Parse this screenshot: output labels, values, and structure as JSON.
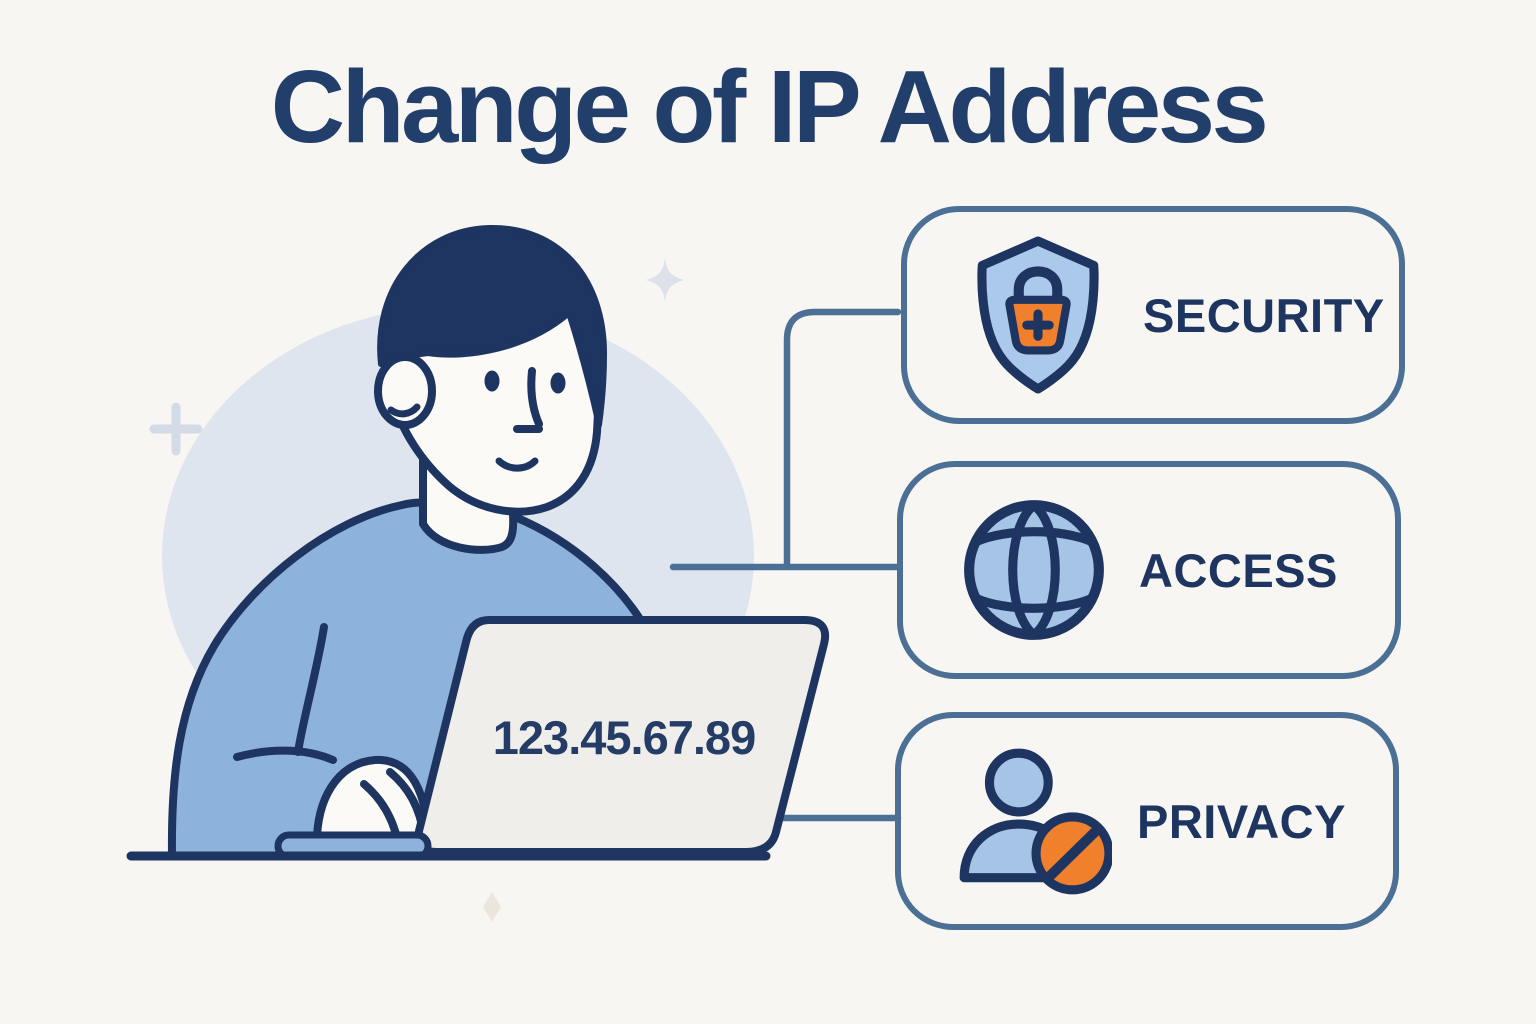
{
  "title": "Change of IP Address",
  "laptop": {
    "ip_address": "123.45.67.89"
  },
  "benefits": [
    {
      "label": "SECURITY",
      "icon": "shield-lock-icon"
    },
    {
      "label": "ACCESS",
      "icon": "globe-icon"
    },
    {
      "label": "PRIVACY",
      "icon": "user-blocked-icon"
    }
  ],
  "colors": {
    "background": "#f8f6f2",
    "navy_outline": "#1d3560",
    "title_navy": "#223e6b",
    "shirt_light_blue": "#8db2dc",
    "icon_light_blue": "#a5c4e6",
    "shield_blue": "#abc9ea",
    "accent_orange": "#f0802c",
    "box_border_slate": "#4c7095",
    "backdrop_circle": "#dee5ef",
    "laptop_screen": "#f0eeea"
  }
}
